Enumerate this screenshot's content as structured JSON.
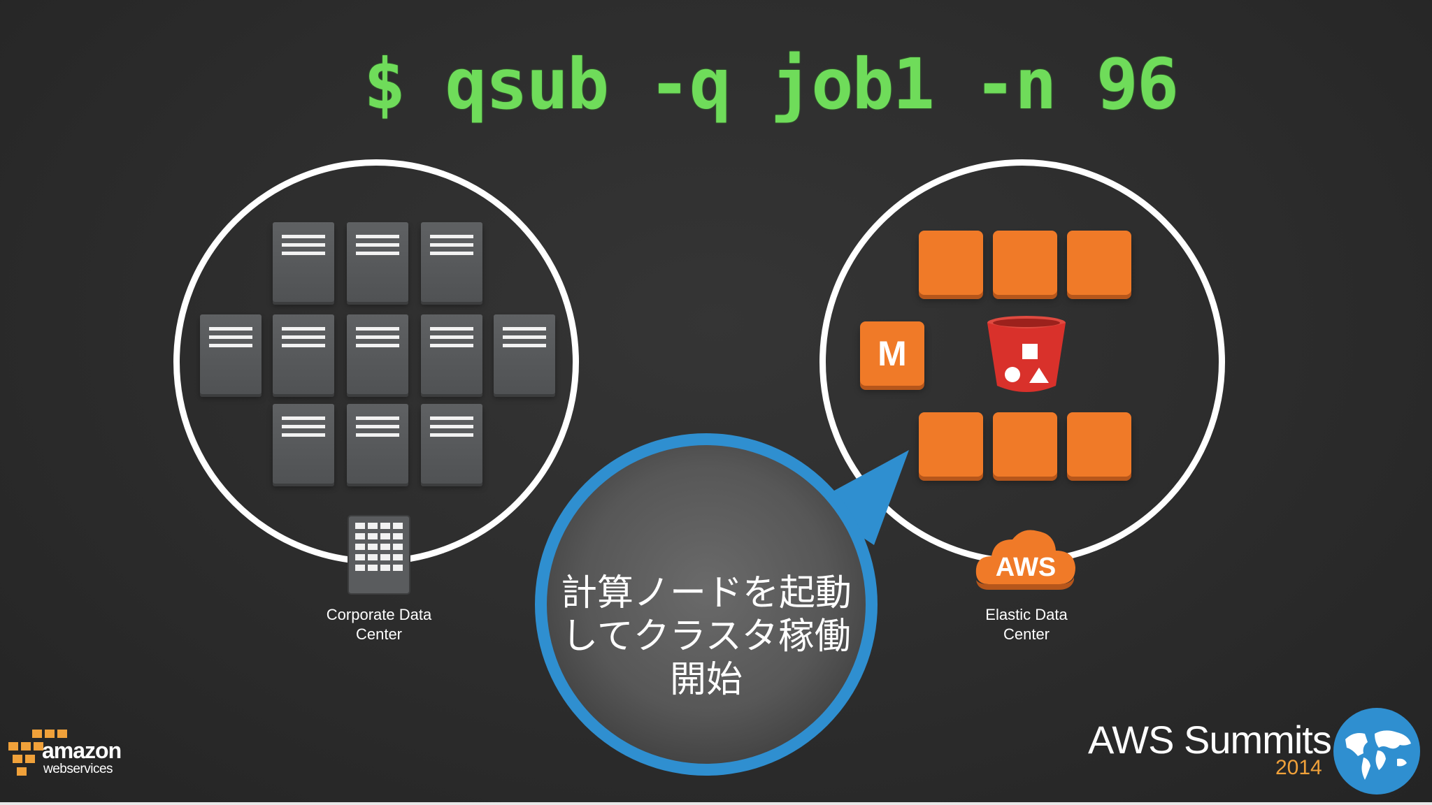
{
  "command": "$ qsub -q job1 -n 96",
  "left_datacenter": {
    "caption_line1": "Corporate Data",
    "caption_line2": "Center",
    "server_count": 11
  },
  "right_datacenter": {
    "caption_line1": "Elastic Data",
    "caption_line2": "Center",
    "master_label": "M",
    "cloud_label": "AWS",
    "compute_node_count": 6
  },
  "callout": {
    "line1": "計算ノードを起動",
    "line2": "してクラスタ稼働",
    "line3": "開始"
  },
  "branding": {
    "amazon_word": "amazon",
    "amazon_sub": "webservices",
    "summit_title": "AWS Summits",
    "summit_year": "2014"
  },
  "colors": {
    "command_green": "#6fdc5a",
    "node_orange": "#f07a28",
    "callout_blue": "#2f8fd0",
    "bucket_red": "#d9312b",
    "year_orange": "#f0a13a"
  }
}
